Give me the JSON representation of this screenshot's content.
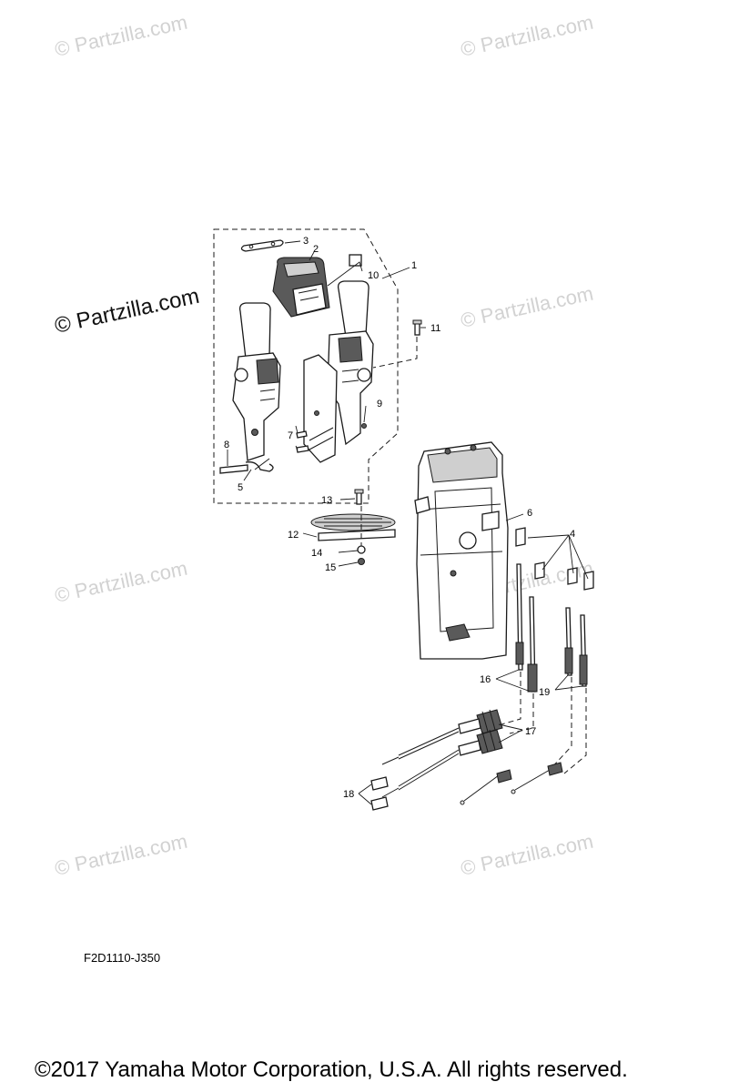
{
  "watermark_text": "© Partzilla.com",
  "callouts": [
    "1",
    "2",
    "3",
    "4",
    "5",
    "6",
    "7",
    "8",
    "9",
    "10",
    "11",
    "12",
    "13",
    "14",
    "15",
    "16",
    "17",
    "18",
    "19"
  ],
  "reference_code": "F2D1110-J350",
  "copyright": "©2017  Yamaha Motor Corporation, U.S.A. All rights reserved."
}
